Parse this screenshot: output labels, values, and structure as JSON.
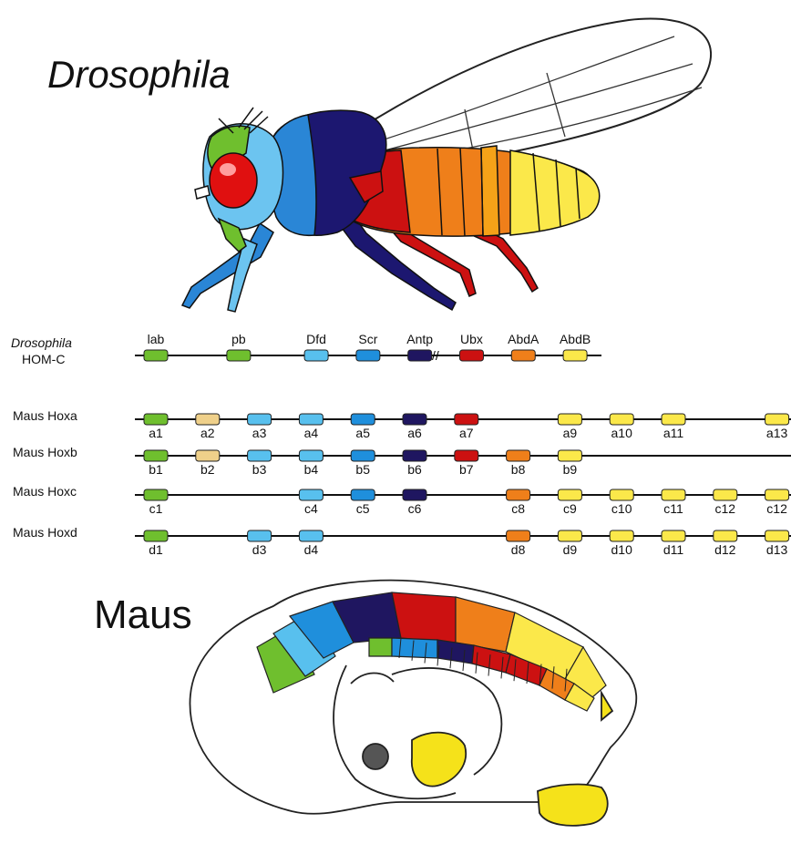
{
  "titles": {
    "fly": "Drosophila",
    "mouse": "Maus"
  },
  "complex_label": {
    "line1": "Drosophila",
    "line2": "HOM-C"
  },
  "colors": {
    "green": "#6fbf2e",
    "tan": "#efd08a",
    "lightblue": "#58c0ee",
    "blue": "#1f8fdc",
    "navy": "#1f1660",
    "red": "#cc1111",
    "orange": "#ef7f1a",
    "yellow": "#fbe84a",
    "body_yellow": "#f5e21a"
  },
  "drosophila_genes": [
    {
      "label": "lab",
      "color": "green"
    },
    {
      "label": "pb",
      "color": "green"
    },
    {
      "label": "Dfd",
      "color": "lightblue"
    },
    {
      "label": "Scr",
      "color": "blue"
    },
    {
      "label": "Antp",
      "color": "navy"
    },
    {
      "label": "Ubx",
      "color": "red"
    },
    {
      "label": "AbdA",
      "color": "orange"
    },
    {
      "label": "AbdB",
      "color": "yellow"
    }
  ],
  "clusters": [
    {
      "name": "Maus Hoxa",
      "genes": [
        {
          "label": "a1",
          "col": 0,
          "color": "green"
        },
        {
          "label": "a2",
          "col": 1,
          "color": "tan"
        },
        {
          "label": "a3",
          "col": 2,
          "color": "lightblue"
        },
        {
          "label": "a4",
          "col": 3,
          "color": "lightblue"
        },
        {
          "label": "a5",
          "col": 4,
          "color": "blue"
        },
        {
          "label": "a6",
          "col": 5,
          "color": "navy"
        },
        {
          "label": "a7",
          "col": 6,
          "color": "red"
        },
        {
          "label": "a9",
          "col": 8,
          "color": "yellow"
        },
        {
          "label": "a10",
          "col": 9,
          "color": "yellow"
        },
        {
          "label": "a11",
          "col": 10,
          "color": "yellow"
        },
        {
          "label": "a13",
          "col": 12,
          "color": "yellow"
        }
      ]
    },
    {
      "name": "Maus Hoxb",
      "genes": [
        {
          "label": "b1",
          "col": 0,
          "color": "green"
        },
        {
          "label": "b2",
          "col": 1,
          "color": "tan"
        },
        {
          "label": "b3",
          "col": 2,
          "color": "lightblue"
        },
        {
          "label": "b4",
          "col": 3,
          "color": "lightblue"
        },
        {
          "label": "b5",
          "col": 4,
          "color": "blue"
        },
        {
          "label": "b6",
          "col": 5,
          "color": "navy"
        },
        {
          "label": "b7",
          "col": 6,
          "color": "red"
        },
        {
          "label": "b8",
          "col": 7,
          "color": "orange"
        },
        {
          "label": "b9",
          "col": 8,
          "color": "yellow"
        }
      ]
    },
    {
      "name": "Maus Hoxc",
      "genes": [
        {
          "label": "c1",
          "col": 0,
          "color": "green"
        },
        {
          "label": "c4",
          "col": 3,
          "color": "lightblue"
        },
        {
          "label": "c5",
          "col": 4,
          "color": "blue"
        },
        {
          "label": "c6",
          "col": 5,
          "color": "navy"
        },
        {
          "label": "c8",
          "col": 7,
          "color": "orange"
        },
        {
          "label": "c9",
          "col": 8,
          "color": "yellow"
        },
        {
          "label": "c10",
          "col": 9,
          "color": "yellow"
        },
        {
          "label": "c11",
          "col": 10,
          "color": "yellow"
        },
        {
          "label": "c12",
          "col": 11,
          "color": "yellow"
        },
        {
          "label": "c12",
          "col": 12,
          "color": "yellow"
        }
      ]
    },
    {
      "name": "Maus Hoxd",
      "genes": [
        {
          "label": "d1",
          "col": 0,
          "color": "green"
        },
        {
          "label": "d3",
          "col": 2,
          "color": "lightblue"
        },
        {
          "label": "d4",
          "col": 3,
          "color": "lightblue"
        },
        {
          "label": "d8",
          "col": 7,
          "color": "orange"
        },
        {
          "label": "d9",
          "col": 8,
          "color": "yellow"
        },
        {
          "label": "d10",
          "col": 9,
          "color": "yellow"
        },
        {
          "label": "d11",
          "col": 10,
          "color": "yellow"
        },
        {
          "label": "d12",
          "col": 11,
          "color": "yellow"
        },
        {
          "label": "d13",
          "col": 12,
          "color": "yellow"
        }
      ]
    }
  ]
}
